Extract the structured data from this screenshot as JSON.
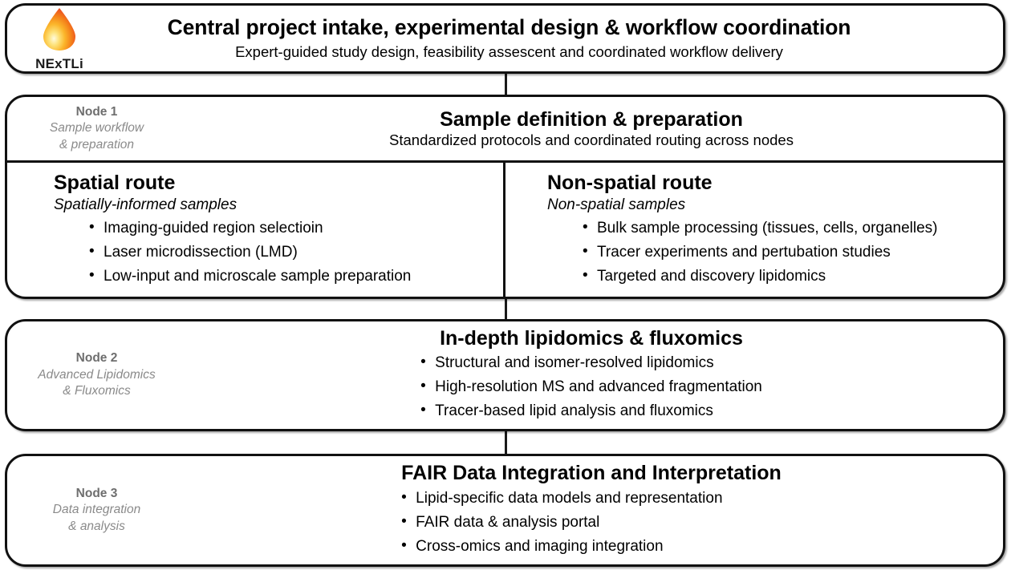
{
  "header": {
    "logo_name": "NExTLi",
    "logo_icon": "droplet-icon",
    "logo_colors": {
      "outer": "#ee5a24",
      "mid": "#f79f1f",
      "highlight": "#fff7c2"
    },
    "title": "Central project intake, experimental design & workflow coordination",
    "subtitle": "Expert-guided study design, feasibility assescent and coordinated workflow delivery"
  },
  "node1": {
    "tag_name": "Node 1",
    "tag_desc_line1": "Sample workflow",
    "tag_desc_line2": "& preparation",
    "title": "Sample definition & preparation",
    "subtitle": "Standardized protocols and coordinated routing across nodes",
    "routes": [
      {
        "title": "Spatial route",
        "subtitle": "Spatially-informed samples",
        "items": [
          "Imaging-guided region selectioin",
          "Laser microdissection (LMD)",
          "Low-input and microscale sample preparation"
        ]
      },
      {
        "title": "Non-spatial route",
        "subtitle": "Non-spatial samples",
        "items": [
          "Bulk sample processing (tissues, cells, organelles)",
          "Tracer experiments and pertubation studies",
          "Targeted and discovery lipidomics"
        ]
      }
    ]
  },
  "node2": {
    "tag_name": "Node 2",
    "tag_desc_line1": "Advanced Lipidomics",
    "tag_desc_line2": "& Fluxomics",
    "title": "In-depth lipidomics & fluxomics",
    "items": [
      "Structural and isomer-resolved lipidomics",
      "High-resolution MS and advanced fragmentation",
      "Tracer-based lipid analysis and fluxomics"
    ]
  },
  "node3": {
    "tag_name": "Node 3",
    "tag_desc_line1": "Data integration",
    "tag_desc_line2": "& analysis",
    "title": "FAIR Data Integration and Interpretation",
    "items": [
      "Lipid-specific data models and representation",
      "FAIR data & analysis portal",
      "Cross-omics and imaging integration"
    ]
  }
}
